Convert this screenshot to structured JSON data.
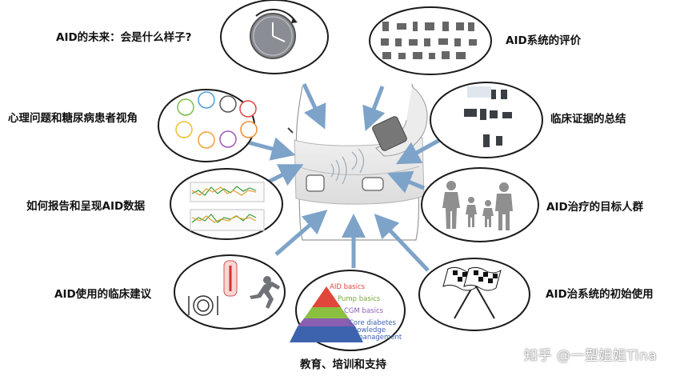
{
  "labels": {
    "future": "AID的未来：会是什么样子?",
    "evaluation": "AID系统的评价",
    "psych": "心理问题和糖尿病患者视角",
    "evidence": "临床证据的总结",
    "report": "如何报告和呈现AID数据",
    "target": "AID治疗的目标人群",
    "clinical": "AID使用的临床建议",
    "initial": "AID治系统的初始使用",
    "education": "教育、培训和支持"
  },
  "pyramid": {
    "aid": "AID basics",
    "pump": "Pump basics",
    "cgm": "CGM basics",
    "core1": "Core diabetes",
    "core2": "knowledge",
    "core3": "& management"
  },
  "watermark": "知乎 @一型姐姐Tina",
  "colors": {
    "arrow": "#7ea3c9",
    "ellipse_stroke": "#1a1a1a",
    "pyr_aid": "#e0473a",
    "pyr_pump": "#8bbf3f",
    "pyr_cgm": "#8a5fb0",
    "pyr_core": "#3d63ae"
  },
  "icons": [
    "clock-icon",
    "emoji-faces",
    "line-charts",
    "thermometer-icon",
    "plate-icon",
    "runner-icon",
    "device-grid",
    "family-silhouette",
    "checkered-flags",
    "cgm-sensor",
    "insulin-pump",
    "smartphone"
  ]
}
